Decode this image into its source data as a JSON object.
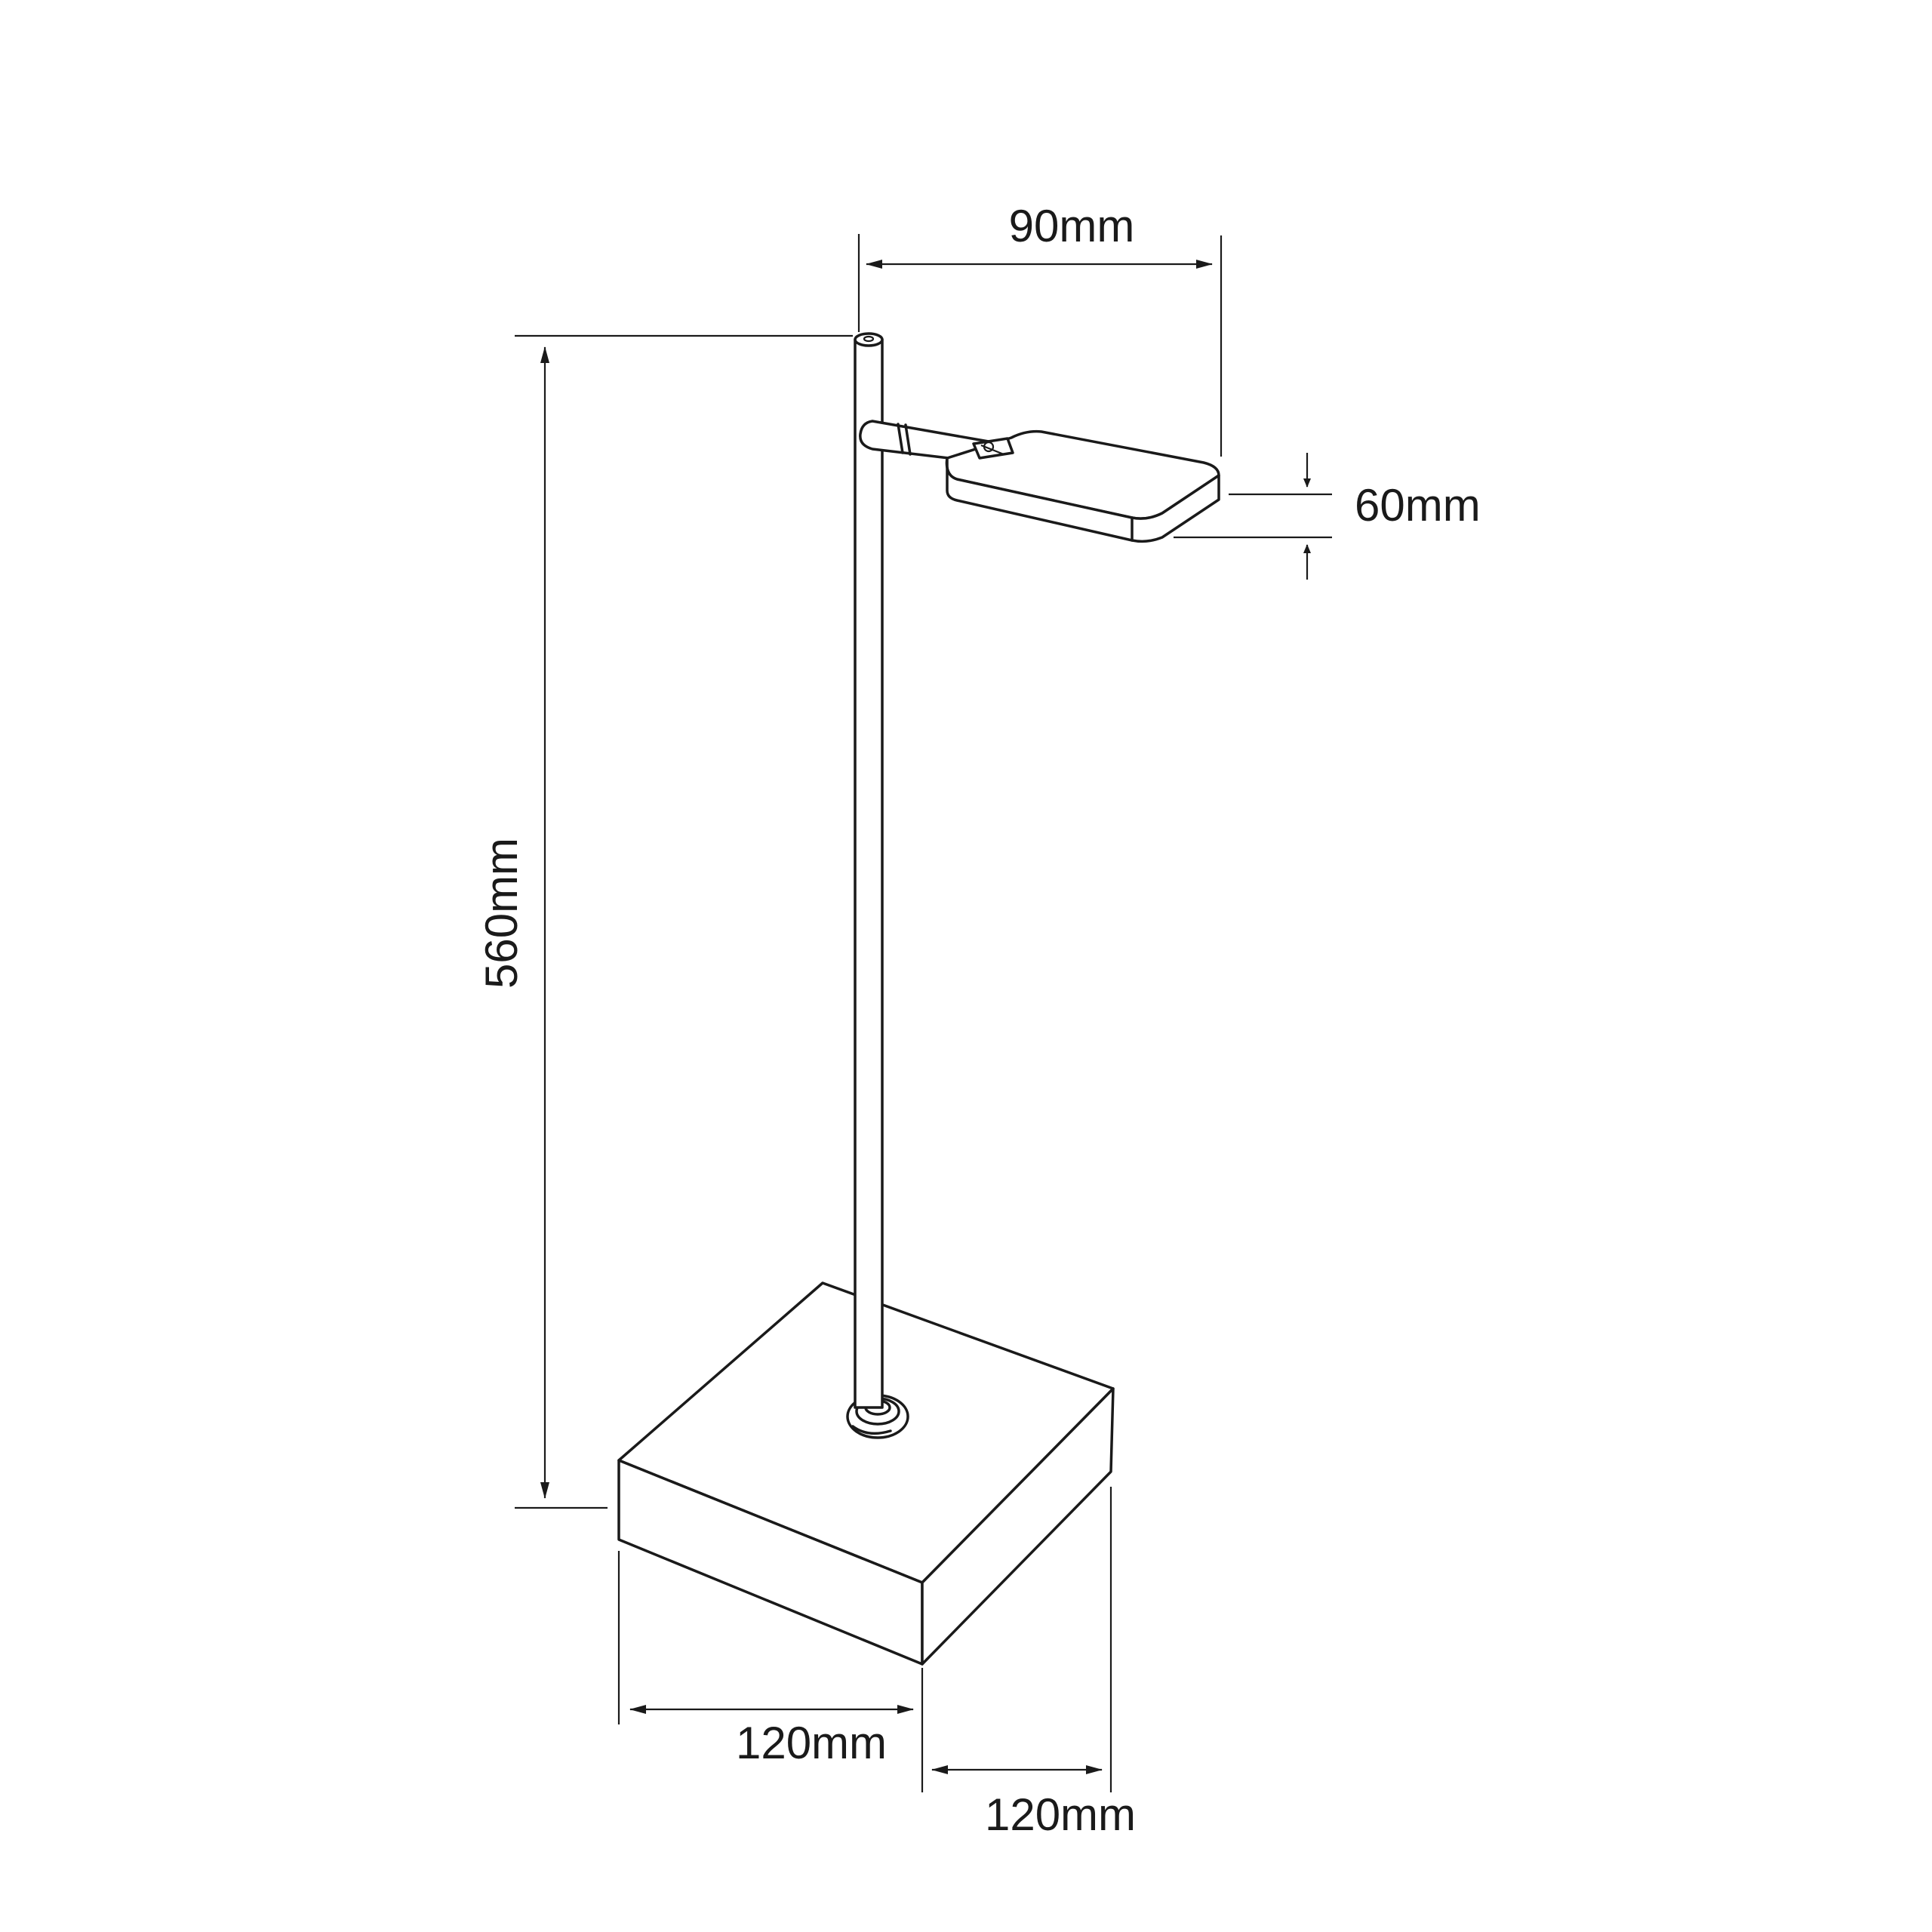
{
  "dimensions": {
    "head_width": "90mm",
    "head_height": "60mm",
    "total_height": "560mm",
    "base_width": "120mm",
    "base_depth": "120mm"
  },
  "colors": {
    "ink": "#1a1a1a",
    "background": "#ffffff"
  }
}
